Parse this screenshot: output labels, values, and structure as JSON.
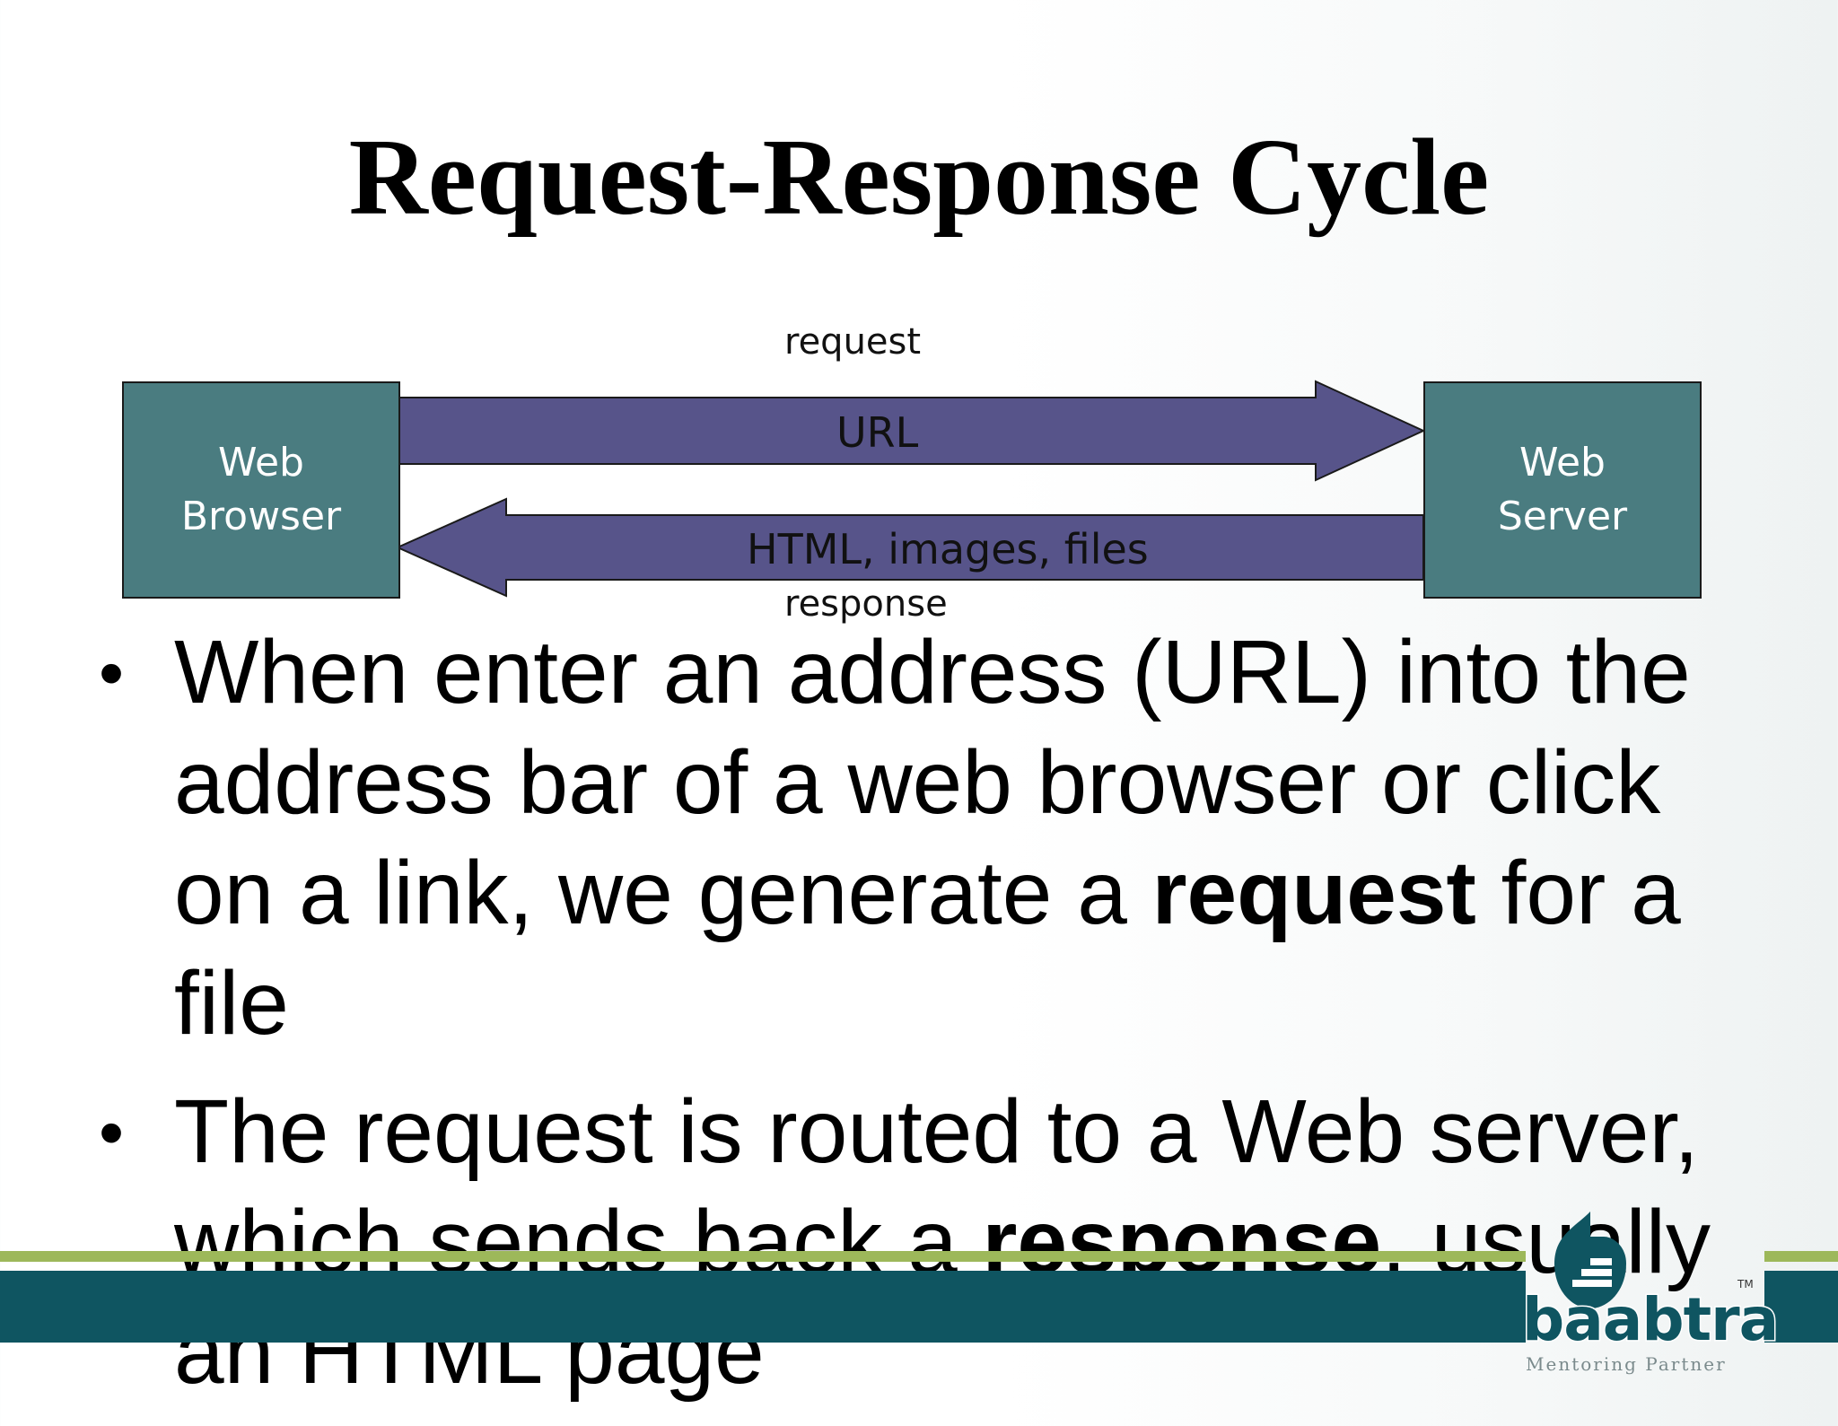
{
  "slide": {
    "title": "Request-Response Cycle"
  },
  "diagram": {
    "request_label": "request",
    "response_label": "response",
    "url_label": "URL",
    "html_label": "HTML, images, files",
    "browser": {
      "line1": "Web",
      "line2": "Browser"
    },
    "server": {
      "line1": "Web",
      "line2": "Server"
    },
    "colors": {
      "box": "#4a7c80",
      "arrow": "#57548a"
    }
  },
  "bullets": [
    {
      "before": "When enter an address (URL) into the address bar of a web browser or click on a link, we generate a ",
      "bold": "request",
      "after": " for a file"
    },
    {
      "before": "The request is routed to a Web server, which sends back a ",
      "bold": "response",
      "after": ", usually an HTML page"
    }
  ],
  "logo": {
    "name": "baabtra",
    "tagline": "Mentoring Partner",
    "tm": "TM",
    "colors": {
      "dark": "#0f5561",
      "light": "#9db85a"
    }
  }
}
